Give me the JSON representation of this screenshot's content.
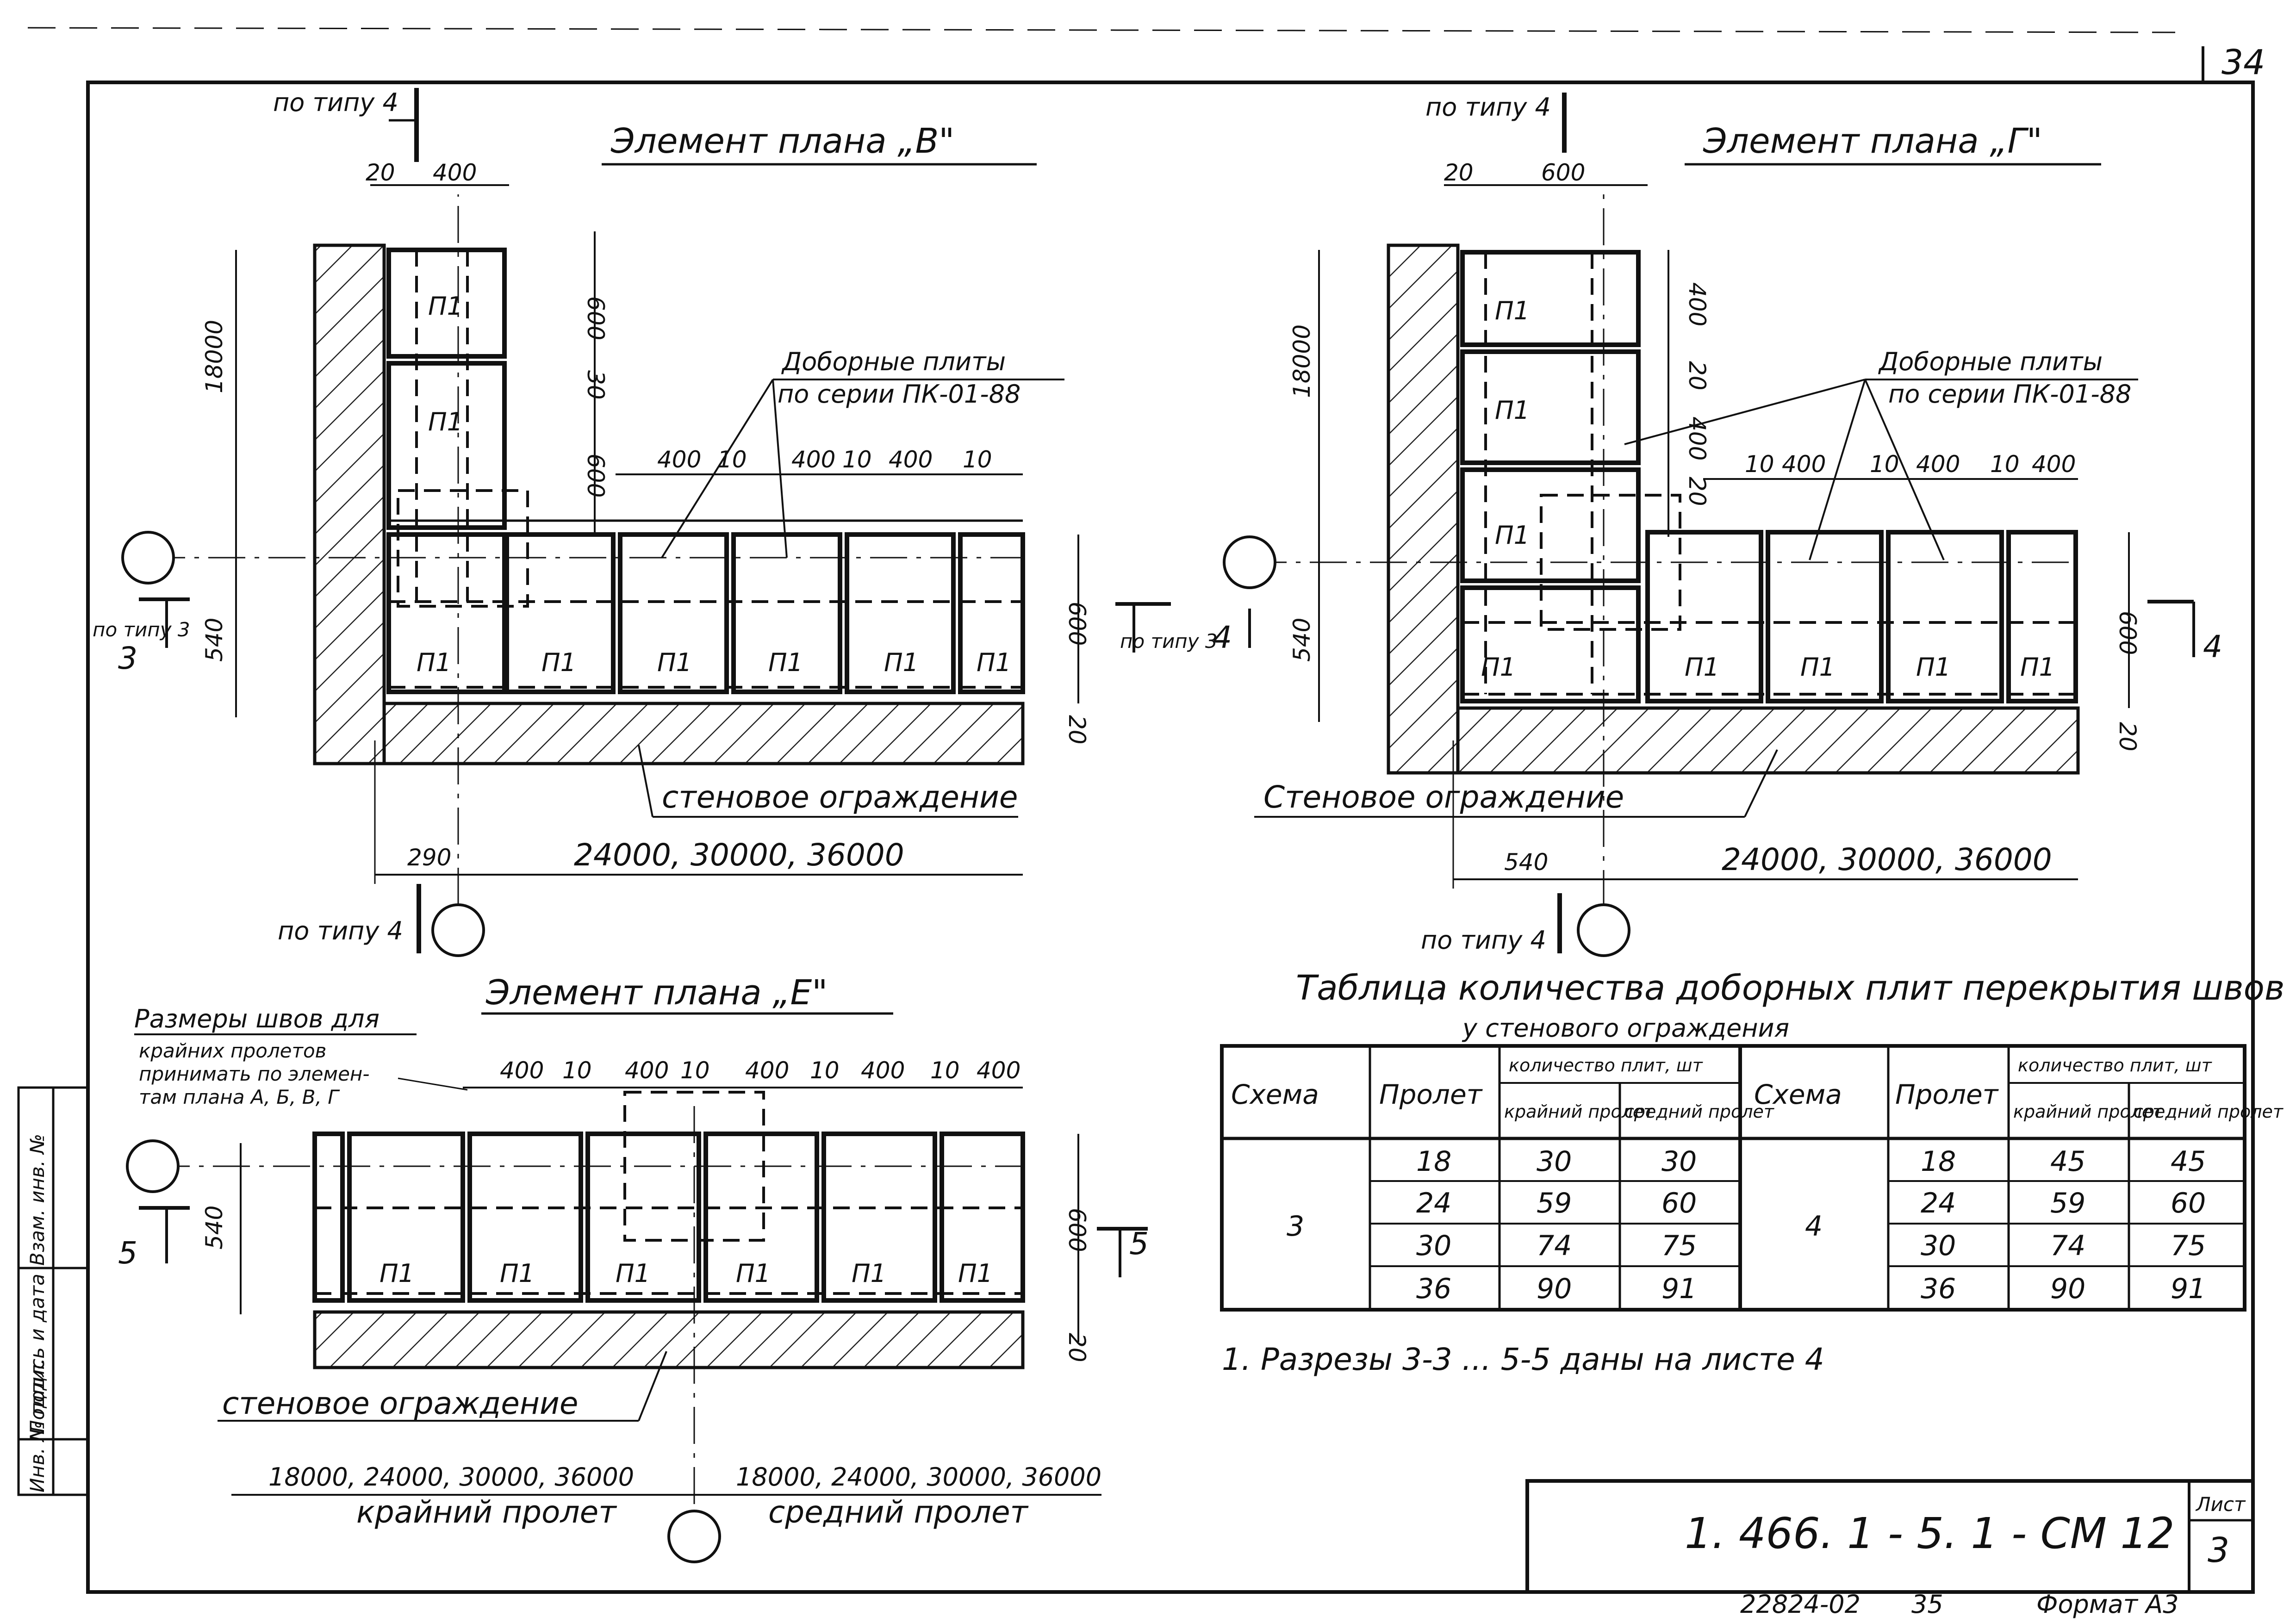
{
  "sheet": {
    "page_number": "34",
    "doc_code": "1. 466. 1 - 5. 1 - СМ 12",
    "list_label": "Лист",
    "list_number": "3",
    "footer_left": "22824-02",
    "footer_mid": "35",
    "format_label": "Формат А3",
    "side_stamp": [
      "Инв. № подл.",
      "Подпись и дата",
      "Взам. инв. №"
    ]
  },
  "plan_b": {
    "title": "Элемент плана „В\"",
    "type_ref_top": "по типу 4",
    "type_ref_bottom": "по типу 4",
    "section_left": "по типу 3",
    "section_right": "по типу 3",
    "left_section_number": "3",
    "dims_top": [
      "20",
      "400"
    ],
    "dim_height": "18000",
    "dims_vertical": [
      "600",
      "30",
      "600"
    ],
    "dims_row": [
      "400",
      "10",
      "400",
      "10",
      "400",
      "10"
    ],
    "dim_540": "540",
    "dim_600": "600",
    "dim_20": "20",
    "dim_bottom_a": "290",
    "dim_bottom_b": "24000, 30000, 36000",
    "callout": [
      "Доборные плиты",
      "по серии ПК-01-88"
    ],
    "wall_label": "стеновое ограждение",
    "slabs": [
      "П1",
      "П1",
      "П1",
      "П1",
      "П1",
      "П1",
      "П1",
      "П1"
    ]
  },
  "plan_g": {
    "title": "Элемент плана „Г\"",
    "type_ref_top": "по типу 4",
    "type_ref_bottom": "по типу 4",
    "section_number": "4",
    "dims_top": [
      "20",
      "600"
    ],
    "dim_height": "18000",
    "dims_vertical": [
      "400",
      "20",
      "400",
      "20"
    ],
    "dims_row": [
      "10",
      "400",
      "10",
      "400",
      "10",
      "400"
    ],
    "dim_540": "540",
    "dim_600": "600",
    "dim_20": "20",
    "dim_bottom_a": "540",
    "dim_bottom_b": "24000, 30000, 36000",
    "callout": [
      "Доборные плиты",
      "по серии ПК-01-88"
    ],
    "wall_label": "Стеновое ограждение",
    "slabs": [
      "П1",
      "П1",
      "П1",
      "П1",
      "П1",
      "П1",
      "П1",
      "П1"
    ]
  },
  "plan_e": {
    "title": "Элемент плана „Е\"",
    "note_lines": [
      "Размеры швов для",
      "крайних пролетов",
      "принимать по элемен-",
      "там плана А, Б, В, Г"
    ],
    "dims_row": [
      "400",
      "10",
      "400",
      "10",
      "400",
      "10",
      "400",
      "10",
      "400"
    ],
    "section_number": "5",
    "dim_540": "540",
    "dim_600": "600",
    "dim_20": "20",
    "wall_label": "стеновое ограждение",
    "slabs": [
      "П1",
      "П1",
      "П1",
      "П1",
      "П1",
      "П1"
    ],
    "bottom_left_dims": "18000, 24000, 30000, 36000",
    "bottom_right_dims": "18000, 24000, 30000, 36000",
    "bottom_left_label": "крайний пролет",
    "bottom_right_label": "средний пролет"
  },
  "table": {
    "title_line1": "Таблица количества доборных плит перекрытия швов",
    "title_line2": "у стенового ограждения",
    "headers": {
      "scheme": "Схема",
      "span": "Пролет",
      "qty": "количество плит, шт",
      "edge": "крайний пролет",
      "middle": "средний пролет"
    },
    "left": {
      "scheme": "3",
      "rows": [
        {
          "span": "18",
          "edge": "30",
          "middle": "30"
        },
        {
          "span": "24",
          "edge": "59",
          "middle": "60"
        },
        {
          "span": "30",
          "edge": "74",
          "middle": "75"
        },
        {
          "span": "36",
          "edge": "90",
          "middle": "91"
        }
      ]
    },
    "right": {
      "scheme": "4",
      "rows": [
        {
          "span": "18",
          "edge": "45",
          "middle": "45"
        },
        {
          "span": "24",
          "edge": "59",
          "middle": "60"
        },
        {
          "span": "30",
          "edge": "74",
          "middle": "75"
        },
        {
          "span": "36",
          "edge": "90",
          "middle": "91"
        }
      ]
    }
  },
  "note": "1. Разрезы 3-3 ... 5-5 даны на листе 4"
}
